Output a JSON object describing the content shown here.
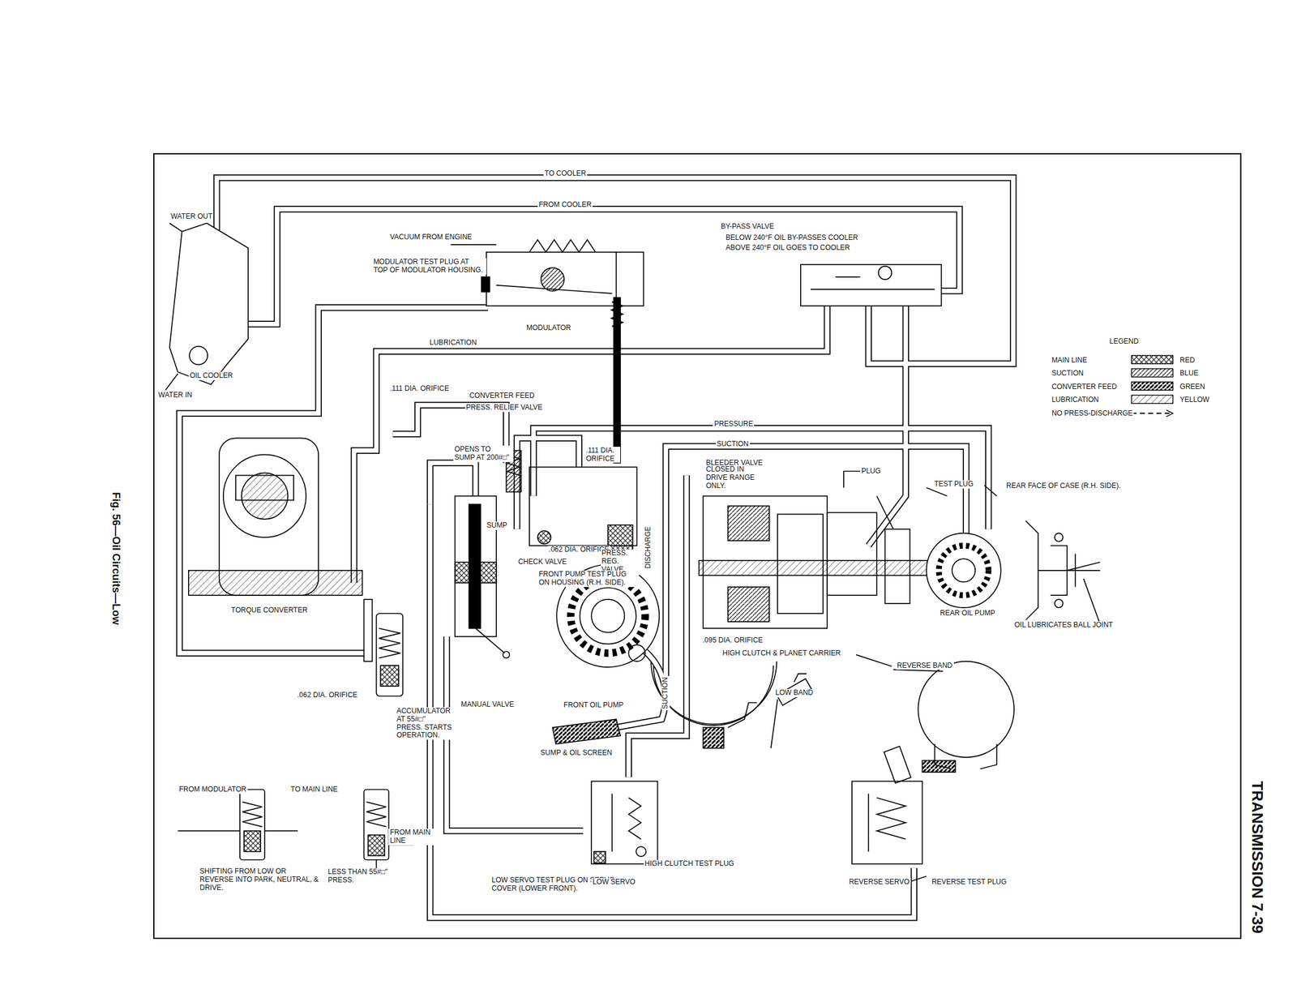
{
  "diagram": {
    "title": "TRANSMISSION 7-39",
    "caption": "Fig. 56—Oil Circuits—Low",
    "labels": [
      "TO COOLER",
      "FROM COOLER",
      "WATER OUT",
      "VACUUM FROM ENGINE",
      "MODULATOR TEST PLUG AT TOP OF MODULATOR HOUSING.",
      "MODULATOR",
      "BY-PASS VALVE",
      "BELOW 240°F OIL BY-PASSES COOLER",
      "ABOVE 240°F OIL GOES TO COOLER",
      "LUBRICATION",
      "OIL COOLER",
      "WATER IN",
      ".111 DIA. ORIFICE",
      "CONVERTER FEED",
      "PRESS. RELIEF VALVE",
      "PRESSURE",
      "SUCTION",
      "OPENS TO SUMP AT 200#□\"",
      ".111 DIA. ORIFICE",
      "BLEEDER VALVE",
      "CLOSED IN DRIVE RANGE ONLY.",
      "PLUG",
      "TEST PLUG",
      "REAR FACE OF CASE (R.H. SIDE).",
      "SUMP",
      ".062 DIA. ORIFICE",
      "CHECK VALVE",
      "PRESS. REG. VALVE",
      "FRONT PUMP TEST PLUG ON HOUSING (R.H. SIDE).",
      "DISCHARGE",
      "TORQUE CONVERTER",
      "REAR OIL PUMP",
      "OIL LUBRICATES BALL JOINT",
      ".095 DIA. ORIFICE",
      "HIGH CLUTCH & PLANET CARRIER",
      "REVERSE BAND",
      ".062 DIA. ORIFICE",
      "MANUAL VALVE",
      "FRONT OIL PUMP",
      "SUCTION",
      "LOW BAND",
      "ACCUMULATOR AT 55#□\" PRESS. STARTS OPERATION.",
      "SUMP & OIL SCREEN",
      "FROM MODULATOR",
      "TO MAIN LINE",
      "FROM MAIN LINE",
      "SHIFTING FROM LOW OR REVERSE INTO PARK, NEUTRAL, & DRIVE.",
      "LESS THAN 55#□\" PRESS.",
      "HIGH CLUTCH TEST PLUG",
      "LOW SERVO TEST PLUG ON SERVO COVER (LOWER FRONT).",
      "LOW SERVO",
      "REVERSE SERVO",
      "REVERSE TEST PLUG",
      "LEGEND",
      "RED",
      "BLUE",
      "GREEN",
      "YELLOW"
    ],
    "legend": [
      {
        "text": "MAIN LINE"
      },
      {
        "text": "SUCTION"
      },
      {
        "text": "CONVERTER FEED"
      },
      {
        "text": "LUBRICATION"
      },
      {
        "text": "NO PRESS-DISCHARGE"
      }
    ]
  }
}
